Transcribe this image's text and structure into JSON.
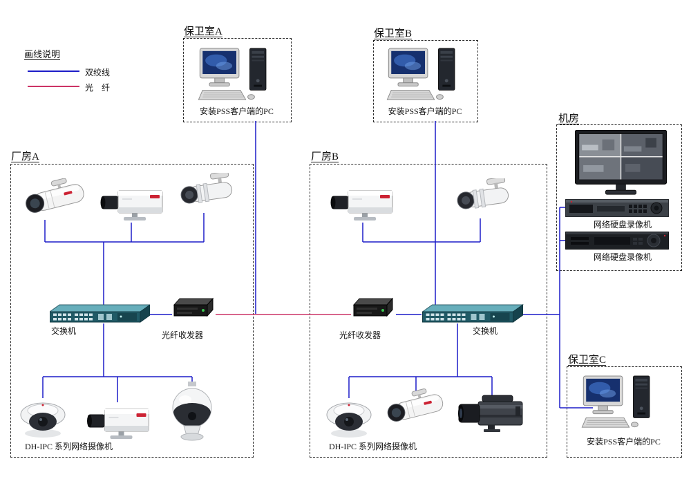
{
  "legend": {
    "title": "画线说明",
    "twisted_pair_label": "双绞线",
    "fiber_label": "光　纤"
  },
  "rooms": {
    "guard_a": {
      "title": "保卫室A",
      "pc_label": "安装PSS客户端的PC"
    },
    "guard_b": {
      "title": "保卫室B",
      "pc_label": "安装PSS客户端的PC"
    },
    "guard_c": {
      "title": "保卫室C",
      "pc_label": "安装PSS客户端的PC"
    },
    "server_room": {
      "title": "机房",
      "nvr1_label": "网络硬盘录像机",
      "nvr2_label": "网络硬盘录像机"
    },
    "plant_a": {
      "title": "厂房A",
      "switch_label": "交换机",
      "transceiver_label": "光纤收发器",
      "cameras_label": "DH-IPC 系列网络摄像机"
    },
    "plant_b": {
      "title": "厂房B",
      "switch_label": "交换机",
      "transceiver_label": "光纤收发器",
      "cameras_label": "DH-IPC 系列网络摄像机"
    }
  },
  "colors": {
    "twisted_pair": "#1c1cc8",
    "fiber": "#cc3366"
  },
  "edges": [
    {
      "name": "cam-a1-drop",
      "type": "twisted_pair",
      "points": [
        [
          65,
          318
        ],
        [
          65,
          350
        ]
      ]
    },
    {
      "name": "cam-a2-drop",
      "type": "twisted_pair",
      "points": [
        [
          190,
          322
        ],
        [
          190,
          350
        ]
      ]
    },
    {
      "name": "cam-a3-drop",
      "type": "twisted_pair",
      "points": [
        [
          295,
          308
        ],
        [
          295,
          350
        ]
      ]
    },
    {
      "name": "plant-a-top-bus",
      "type": "twisted_pair",
      "points": [
        [
          65,
          350
        ],
        [
          295,
          350
        ]
      ]
    },
    {
      "name": "plant-a-bus-to-switch",
      "type": "twisted_pair",
      "points": [
        [
          150,
          350
        ],
        [
          150,
          442
        ]
      ]
    },
    {
      "name": "switch-a-to-transceiver-a",
      "type": "twisted_pair",
      "points": [
        [
          216,
          455
        ],
        [
          249,
          455
        ]
      ]
    },
    {
      "name": "guard-a-pc-drop",
      "type": "twisted_pair",
      "points": [
        [
          370,
          175
        ],
        [
          370,
          454
        ]
      ]
    },
    {
      "name": "switch-a-to-bottom-bus",
      "type": "twisted_pair",
      "points": [
        [
          150,
          468
        ],
        [
          150,
          545
        ]
      ]
    },
    {
      "name": "plant-a-bottom-bus",
      "type": "twisted_pair",
      "points": [
        [
          62,
          545
        ],
        [
          278,
          545
        ]
      ]
    },
    {
      "name": "cam-a4-drop",
      "type": "twisted_pair",
      "points": [
        [
          62,
          545
        ],
        [
          62,
          576
        ]
      ]
    },
    {
      "name": "cam-a5-drop",
      "type": "twisted_pair",
      "points": [
        [
          170,
          545
        ],
        [
          170,
          582
        ]
      ]
    },
    {
      "name": "cam-a6-drop",
      "type": "twisted_pair",
      "points": [
        [
          278,
          545
        ],
        [
          278,
          558
        ]
      ]
    },
    {
      "name": "cam-b1-drop",
      "type": "twisted_pair",
      "points": [
        [
          525,
          322
        ],
        [
          525,
          350
        ]
      ]
    },
    {
      "name": "cam-b2-drop",
      "type": "twisted_pair",
      "points": [
        [
          695,
          316
        ],
        [
          695,
          350
        ]
      ]
    },
    {
      "name": "plant-b-top-bus",
      "type": "twisted_pair",
      "points": [
        [
          525,
          350
        ],
        [
          695,
          350
        ]
      ]
    },
    {
      "name": "guard-b-pc-drop",
      "type": "twisted_pair",
      "points": [
        [
          630,
          175
        ],
        [
          630,
          442
        ]
      ]
    },
    {
      "name": "transceiver-b-to-switch-b",
      "type": "twisted_pair",
      "points": [
        [
          573,
          455
        ],
        [
          610,
          455
        ]
      ]
    },
    {
      "name": "switch-b-to-bottom-bus",
      "type": "twisted_pair",
      "points": [
        [
          662,
          468
        ],
        [
          662,
          545
        ]
      ]
    },
    {
      "name": "plant-b-bottom-bus",
      "type": "twisted_pair",
      "points": [
        [
          505,
          545
        ],
        [
          712,
          545
        ]
      ]
    },
    {
      "name": "cam-b3-drop",
      "type": "twisted_pair",
      "points": [
        [
          505,
          545
        ],
        [
          505,
          576
        ]
      ]
    },
    {
      "name": "cam-b4-drop",
      "type": "twisted_pair",
      "points": [
        [
          602,
          545
        ],
        [
          602,
          568
        ]
      ]
    },
    {
      "name": "cam-b5-drop",
      "type": "twisted_pair",
      "points": [
        [
          712,
          545
        ],
        [
          712,
          574
        ]
      ]
    },
    {
      "name": "switch-b-to-server-room",
      "type": "twisted_pair",
      "points": [
        [
          757,
          455
        ],
        [
          810,
          455
        ]
      ]
    },
    {
      "name": "server-room-trunk",
      "type": "twisted_pair",
      "points": [
        [
          810,
          300
        ],
        [
          810,
          590
        ]
      ]
    },
    {
      "name": "trunk-to-nvr1",
      "type": "twisted_pair",
      "points": [
        [
          810,
          300
        ],
        [
          819,
          300
        ]
      ]
    },
    {
      "name": "trunk-to-nvr2",
      "type": "twisted_pair",
      "points": [
        [
          810,
          348
        ],
        [
          819,
          348
        ]
      ]
    },
    {
      "name": "trunk-to-guard-c-pc",
      "type": "twisted_pair",
      "points": [
        [
          810,
          590
        ],
        [
          858,
          590
        ]
      ]
    },
    {
      "name": "fiber-link",
      "type": "fiber",
      "points": [
        [
          312,
          455
        ],
        [
          508,
          455
        ]
      ]
    }
  ]
}
